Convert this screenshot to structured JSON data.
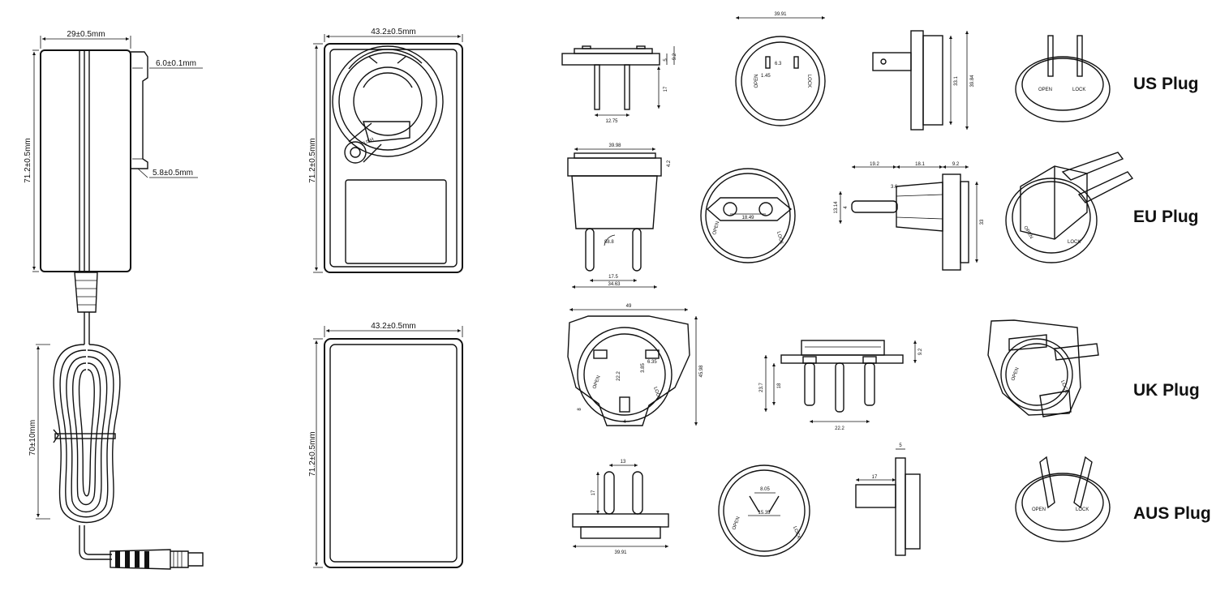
{
  "adapter": {
    "dim_width": "29±0.5mm",
    "dim_prong_offset_top": "6.0±0.1mm",
    "dim_prong_offset_bottom": "5.8±0.5mm",
    "dim_height": "71.2±0.5mm",
    "dim_cable": "70±10mm"
  },
  "front_view": {
    "dim_width": "43.2±0.5mm",
    "dim_height": "71.2±0.5mm",
    "push_label": "PUSH"
  },
  "back_view": {
    "dim_width": "43.2±0.5mm",
    "dim_height": "71.2±0.5mm"
  },
  "us_plug": {
    "label": "US Plug",
    "dims": {
      "side_pin_len": "17",
      "side_body": "9.2",
      "side_flange": "5",
      "side_pin_spacing": "12.75",
      "face_width": "39.91",
      "face_slot_gap": "6.3",
      "face_slot_w": "1.45",
      "profile_h": "33.1",
      "profile_h2": "39.84"
    },
    "lock_text": "LOCK",
    "open_text": "OPEN"
  },
  "eu_plug": {
    "label": "EU Plug",
    "dims": {
      "top_width": "39.98",
      "top_flange": "4.2",
      "pin_angle": "88.8",
      "pin_spacing": "17.5",
      "base_width": "34.63",
      "face_pin_spacing": "18.49",
      "side_pin_len": "19.2",
      "side_body": "18.1",
      "side_flange": "9.2",
      "side_pin_dia": "4",
      "side_step": "3.6",
      "side_total": "13.14",
      "side_height": "33"
    },
    "lock_text": "LOCK",
    "open_text": "OPEN"
  },
  "uk_plug": {
    "label": "UK Plug",
    "dims": {
      "face_width": "49",
      "face_height": "45.98",
      "slot_w": "6.35",
      "slot_gap": "3.85",
      "center_dist": "22.2",
      "earth_w": "4",
      "earth_h": "8",
      "side_pin_len": "18",
      "side_total": "23.7",
      "side_flange": "9.2",
      "side_pin_spacing": "22.2"
    },
    "lock_text": "LOCK",
    "open_text": "OPEN"
  },
  "aus_plug": {
    "label": "AUS Plug",
    "dims": {
      "pin_spacing": "13",
      "pin_len": "17",
      "base_width": "39.91",
      "face_inner": "8.05",
      "face_outer": "15.35",
      "side_pin_len": "17",
      "side_flange": "5"
    },
    "lock_text": "LOCK",
    "open_text": "OPEN"
  }
}
